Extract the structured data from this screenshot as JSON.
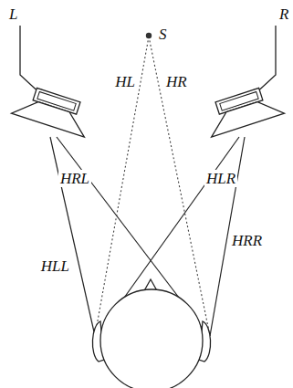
{
  "diagram": {
    "labels": [
      "L",
      "R",
      "S",
      "HL",
      "HR",
      "HRL",
      "HLR",
      "HLL",
      "HRR"
    ]
  }
}
